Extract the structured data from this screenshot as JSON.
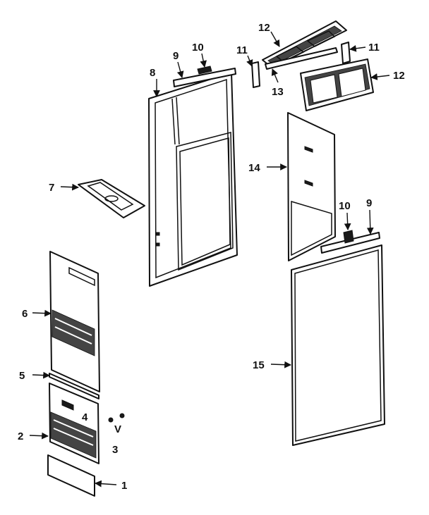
{
  "callouts": {
    "c1": "1",
    "c2": "2",
    "c3": "3",
    "c4": "4",
    "c5": "5",
    "c6": "6",
    "c7": "7",
    "c8": "8",
    "c9a": "9",
    "c9b": "9",
    "c10a": "10",
    "c10b": "10",
    "c11a": "11",
    "c11b": "11",
    "c12a": "12",
    "c12b": "12",
    "c13": "13",
    "c14": "14",
    "c15": "15",
    "c3_symbol": "V"
  }
}
